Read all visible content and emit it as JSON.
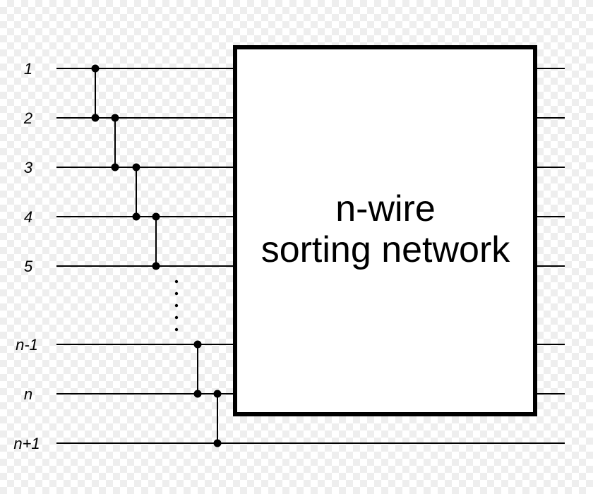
{
  "wire_labels": [
    "1",
    "2",
    "3",
    "4",
    "5",
    "n-1",
    "n",
    "n+1"
  ],
  "box_title_line1": "n-wire",
  "box_title_line2": "sorting network",
  "colors": {
    "ink": "#000000",
    "box_fill": "#ffffff"
  }
}
